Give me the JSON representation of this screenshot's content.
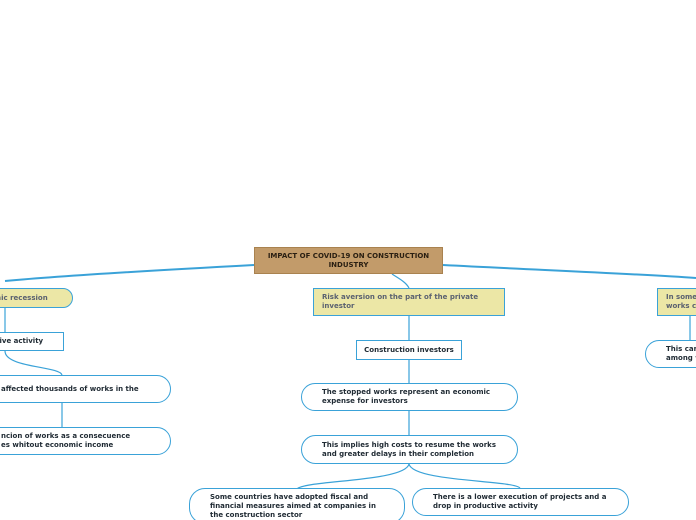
{
  "colors": {
    "link": "#3aa2d8",
    "central_fill": "#c29b6a",
    "main_fill": "#ece7a6",
    "node_border": "#3aa2d8"
  },
  "central": {
    "title": "IMPACT OF COVID-19 ON CONSTRUCTION INDUSTRY"
  },
  "left_branch": {
    "main": "omic recession",
    "sub1": "uctive activity",
    "sub2": "affected thousands of works in the",
    "sub3": "ncion of works as a consecuence\nes whitout economic income"
  },
  "center_branch": {
    "main": "Risk aversion on the part of the private investor",
    "sub1": "Construction investors",
    "sub2": "The stopped works represent an economic expense for investors",
    "sub3": "This implies high costs to resume the works and greater delays in their completion",
    "leaf_left": "Some countries have adopted fiscal and financial measures aimed at companies in the construction sector",
    "leaf_right": "There is a lower execution of projects and a drop in productive activity"
  },
  "right_branch": {
    "main": "In some\nworks c",
    "sub1": "This car\namong w"
  }
}
